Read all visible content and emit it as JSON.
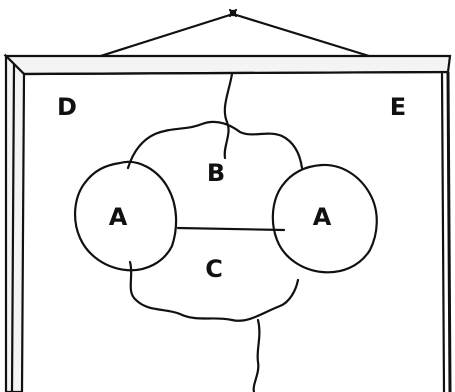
{
  "labels": {
    "top_left": "D",
    "top_right": "E",
    "center_top": "B",
    "center_bottom": "C",
    "left_circle": "A",
    "right_circle": "A"
  }
}
